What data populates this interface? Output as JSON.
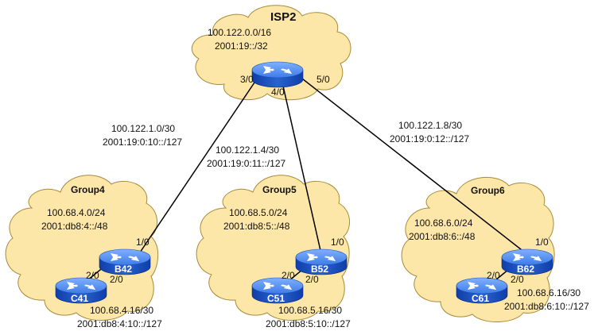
{
  "isp": {
    "name": "ISP2",
    "ipv4": "100.122.0.0/16",
    "ipv6": "2001:19::/32",
    "interfaces": {
      "to_group4": "3/0",
      "to_group5": "4/0",
      "to_group6": "5/0"
    }
  },
  "links": [
    {
      "ipv4": "100.122.1.0/30",
      "ipv6": "2001:19:0:10::/127"
    },
    {
      "ipv4": "100.122.1.4/30",
      "ipv6": "2001:19:0:11::/127"
    },
    {
      "ipv4": "100.122.1.8/30",
      "ipv6": "2001:19:0:12::/127"
    }
  ],
  "groups": [
    {
      "name": "Group4",
      "ipv4": "100.68.4.0/24",
      "ipv6": "2001:db8:4::/48",
      "border_router": "B42",
      "core_router": "C41",
      "border_uplink_if": "1/0",
      "border_internal_if": "2/0",
      "core_if": "2/0",
      "internal_ipv4": "100.68.4.16/30",
      "internal_ipv6": "2001:db8:4:10::/127"
    },
    {
      "name": "Group5",
      "ipv4": "100.68.5.0/24",
      "ipv6": "2001:db8:5::/48",
      "border_router": "B52",
      "core_router": "C51",
      "border_uplink_if": "1/0",
      "border_internal_if": "2/0",
      "core_if": "2/0",
      "internal_ipv4": "100.68.5.16/30",
      "internal_ipv6": "2001:db8:5:10::/127"
    },
    {
      "name": "Group6",
      "ipv4": "100.68.6.0/24",
      "ipv6": "2001:db8:6::/48",
      "border_router": "B62",
      "core_router": "C61",
      "border_uplink_if": "1/0",
      "border_internal_if": "2/0",
      "core_if": "2/0",
      "internal_ipv4": "100.68.6.16/30",
      "internal_ipv6": "2001:db8:6:10::/127"
    }
  ],
  "colors": {
    "cloud_fill": "#fde7a8",
    "cloud_stroke": "#a88a3a",
    "router_top": "#4a86e8",
    "router_side": "#1a4fb8"
  }
}
